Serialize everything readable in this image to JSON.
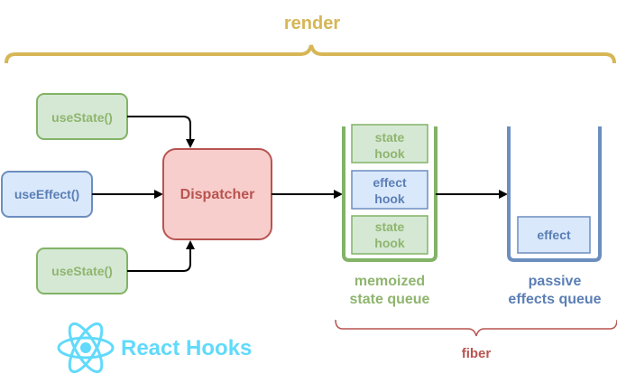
{
  "top_label": "render",
  "inputs": [
    {
      "label": "useState()"
    },
    {
      "label": "useEffect()"
    },
    {
      "label": "useState()"
    }
  ],
  "dispatcher": {
    "label": "Dispatcher"
  },
  "state_queue": {
    "items": [
      {
        "line1": "state",
        "line2": "hook"
      },
      {
        "line1": "effect",
        "line2": "hook"
      },
      {
        "line1": "state",
        "line2": "hook"
      }
    ],
    "caption_line1": "memoized",
    "caption_line2": "state queue"
  },
  "effects_queue": {
    "items": [
      {
        "label": "effect"
      }
    ],
    "caption_line1": "passive",
    "caption_line2": "effects queue"
  },
  "bottom_label": "fiber",
  "logo": {
    "text": "React Hooks"
  },
  "colors": {
    "green_fill": "#d5e8d4",
    "green_stroke": "#82b366",
    "green_text": "#8fb56e",
    "blue_fill": "#dae8fc",
    "blue_stroke": "#6c8ebf",
    "blue_text": "#5b7fb5",
    "red_fill": "#f8cecc",
    "red_stroke": "#b85450",
    "red_text": "#b85450",
    "gold": "#d6b656",
    "react": "#61dafb"
  }
}
